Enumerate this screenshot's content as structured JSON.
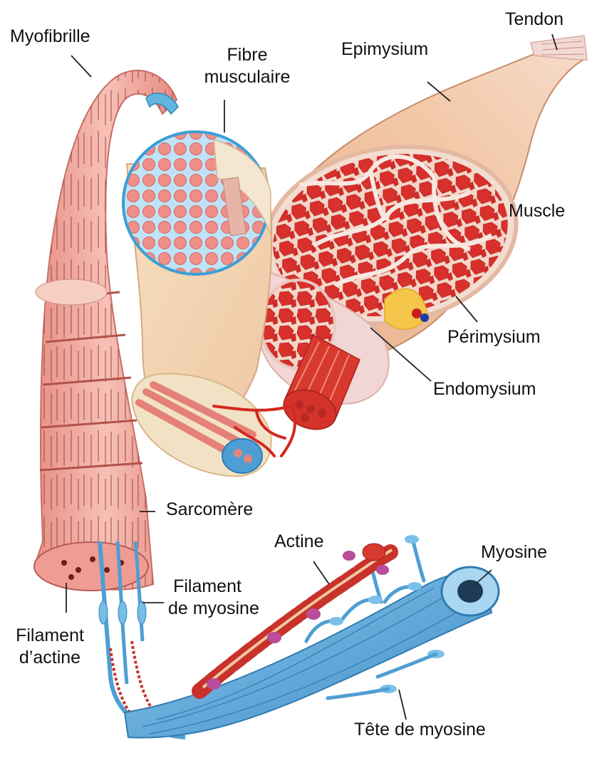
{
  "labels": {
    "myofibrille": "Myofibrille",
    "fibre_musculaire": [
      "Fibre",
      "musculaire"
    ],
    "epimysium": "Epimysium",
    "tendon": "Tendon",
    "muscle": "Muscle",
    "perimysium": "Périmysium",
    "endomysium": "Endomysium",
    "sarcomere": "Sarcomère",
    "actine": "Actine",
    "myosine": "Myosine",
    "filament_myosine": [
      "Filament",
      "de myosine"
    ],
    "filament_actine": [
      "Filament",
      "d’actine"
    ],
    "tete_myosine": "Tête de myosine"
  },
  "colors": {
    "muscle_red": "#d8302c",
    "fascia": "#f1cdb0",
    "skin": "#e9b894",
    "myofibril_pink": "#efa29a",
    "myosin_blue": "#5aa6d9",
    "actin_red": "#c8322b",
    "leader_line": "#222222"
  }
}
